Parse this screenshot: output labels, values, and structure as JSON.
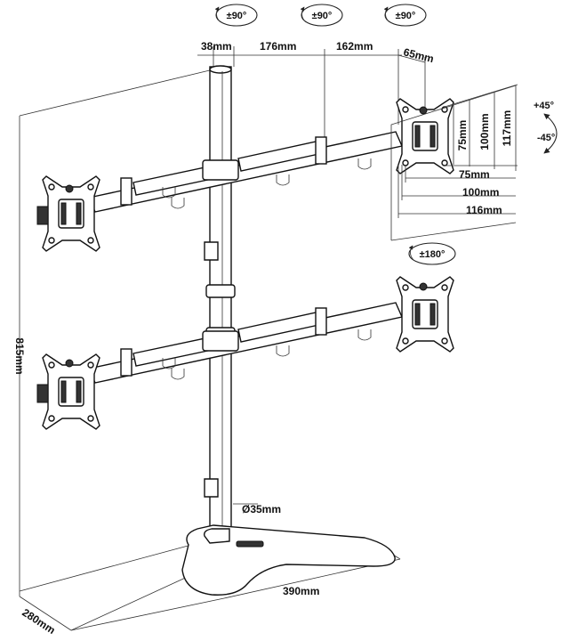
{
  "rotation_labels": {
    "left": "±90°",
    "middle": "±90°",
    "right": "±90°",
    "swivel": "±180°"
  },
  "tilt": {
    "up": "+45°",
    "down": "-45°"
  },
  "top_dimensions": {
    "pole": "38mm",
    "arm1": "176mm",
    "arm2": "162mm",
    "offset": "65mm"
  },
  "vesa_dimensions": {
    "v75": "75mm",
    "v100": "100mm",
    "v117": "117mm",
    "h75": "75mm",
    "h100": "100mm",
    "h116": "116mm"
  },
  "height_dimension": "815mm",
  "pole_diameter": "Ø35mm",
  "base_dimensions": {
    "width": "390mm",
    "depth": "280mm"
  }
}
